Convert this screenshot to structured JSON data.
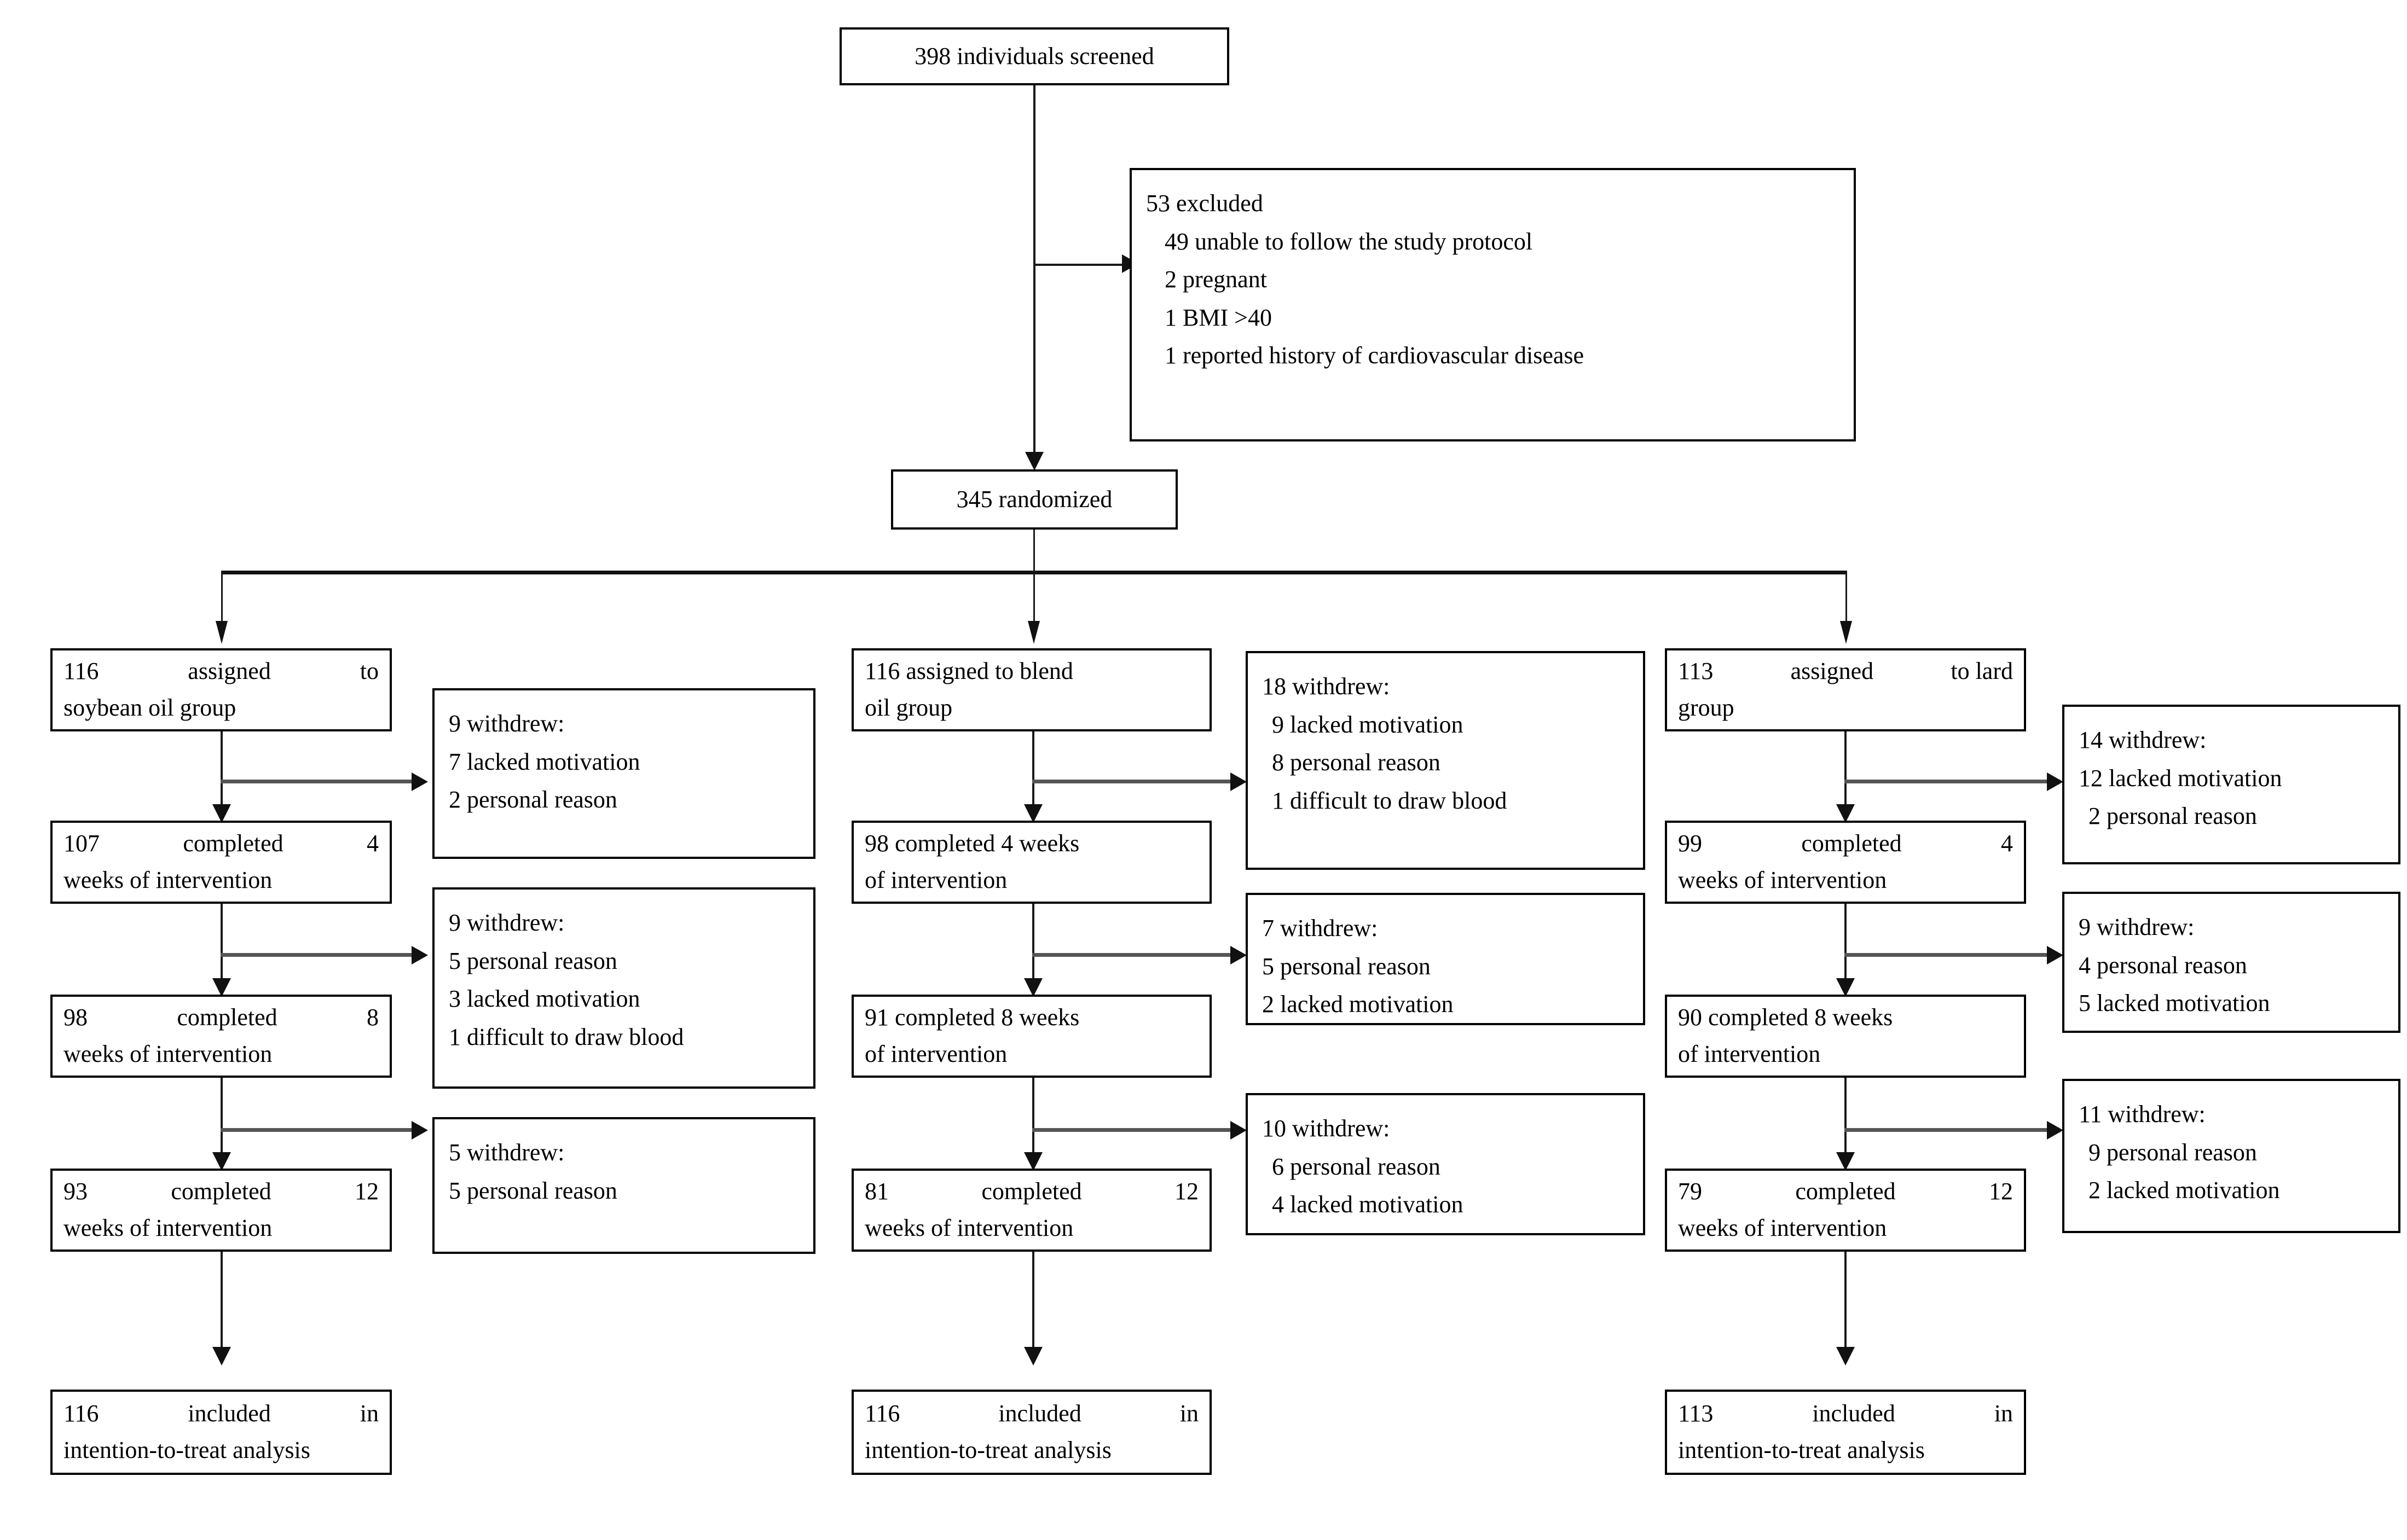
{
  "diagram": {
    "title": "CONSORT participant flow diagram",
    "type": "consort-flow",
    "line_color": "#111111",
    "box_border_color": "#000000",
    "background": "#ffffff"
  },
  "screened": {
    "label": "398 individuals screened",
    "count": 398
  },
  "excluded": {
    "header": "53 excluded",
    "count": 53,
    "reasons": [
      {
        "text": "49 unable to follow the study protocol",
        "count": 49
      },
      {
        "text": "2 pregnant",
        "count": 2
      },
      {
        "text": "1 BMI >40",
        "count": 1
      },
      {
        "text": "1 reported history of cardiovascular disease",
        "count": 1
      }
    ]
  },
  "randomized": {
    "label": "345 randomized",
    "count": 345
  },
  "arms": [
    {
      "id": "soybean-oil",
      "assigned": {
        "line1_a": "116",
        "line1_b": "assigned",
        "line1_c": "to",
        "line2": "soybean oil group",
        "count": 116
      },
      "stages": [
        {
          "line1_a": "107",
          "line1_b": "completed",
          "line1_c": "4",
          "line2": "weeks of intervention",
          "count": 107,
          "weeks": 4
        },
        {
          "line1_a": "98",
          "line1_b": "completed",
          "line1_c": "8",
          "line2": "weeks of intervention",
          "count": 98,
          "weeks": 8
        },
        {
          "line1_a": "93",
          "line1_b": "completed",
          "line1_c": "12",
          "line2": "weeks of intervention",
          "count": 93,
          "weeks": 12
        }
      ],
      "withdrawals": [
        {
          "header": "9 withdrew:",
          "count": 9,
          "reasons": [
            "7 lacked motivation",
            "2 personal reason"
          ]
        },
        {
          "header": "9 withdrew:",
          "count": 9,
          "reasons": [
            "5 personal reason",
            "3 lacked motivation",
            "1 difficult to draw blood"
          ]
        },
        {
          "header": "5 withdrew:",
          "count": 5,
          "reasons": [
            "5 personal reason"
          ]
        }
      ],
      "itt": {
        "line1_a": "116",
        "line1_b": "included",
        "line1_c": "in",
        "line2": "intention-to-treat analysis",
        "count": 116
      }
    },
    {
      "id": "blend-oil",
      "assigned": {
        "line1": "116 assigned to blend",
        "line2": "oil group",
        "count": 116
      },
      "stages": [
        {
          "line1": "98 completed 4 weeks",
          "line2": "of intervention",
          "count": 98,
          "weeks": 4
        },
        {
          "line1": "91 completed 8 weeks",
          "line2": "of intervention",
          "count": 91,
          "weeks": 8
        },
        {
          "line1_a": "81",
          "line1_b": "completed",
          "line1_c": "12",
          "line2": "weeks of intervention",
          "count": 81,
          "weeks": 12
        }
      ],
      "withdrawals": [
        {
          "header": "18 withdrew:",
          "count": 18,
          "reasons": [
            "9 lacked motivation",
            "8 personal reason",
            "1 difficult to draw blood"
          ]
        },
        {
          "header": "7 withdrew:",
          "count": 7,
          "reasons": [
            "5 personal reason",
            "2 lacked motivation"
          ]
        },
        {
          "header": "10 withdrew:",
          "count": 10,
          "reasons": [
            "6 personal reason",
            "4 lacked motivation"
          ]
        }
      ],
      "itt": {
        "line1_a": "116",
        "line1_b": "included",
        "line1_c": "in",
        "line2": "intention-to-treat analysis",
        "count": 116
      }
    },
    {
      "id": "lard",
      "assigned": {
        "line1_a": "113",
        "line1_b": "assigned",
        "line1_c": "to lard",
        "line2": "group",
        "count": 113
      },
      "stages": [
        {
          "line1_a": "99",
          "line1_b": "completed",
          "line1_c": "4",
          "line2": "weeks of intervention",
          "count": 99,
          "weeks": 4
        },
        {
          "line1": "90 completed 8 weeks",
          "line2": "of intervention",
          "count": 90,
          "weeks": 8
        },
        {
          "line1_a": "79",
          "line1_b": "completed",
          "line1_c": "12",
          "line2": "weeks of intervention",
          "count": 79,
          "weeks": 12
        }
      ],
      "withdrawals": [
        {
          "header": "14 withdrew:",
          "count": 14,
          "reasons": [
            "12 lacked motivation",
            "2 personal reason"
          ]
        },
        {
          "header": "9 withdrew:",
          "count": 9,
          "reasons": [
            "4 personal reason",
            "5 lacked motivation"
          ]
        },
        {
          "header": "11 withdrew:",
          "count": 11,
          "reasons": [
            "9 personal reason",
            "2 lacked motivation"
          ]
        }
      ],
      "itt": {
        "line1_a": "113",
        "line1_b": "included",
        "line1_c": "in",
        "line2": "intention-to-treat analysis",
        "count": 113
      }
    }
  ]
}
